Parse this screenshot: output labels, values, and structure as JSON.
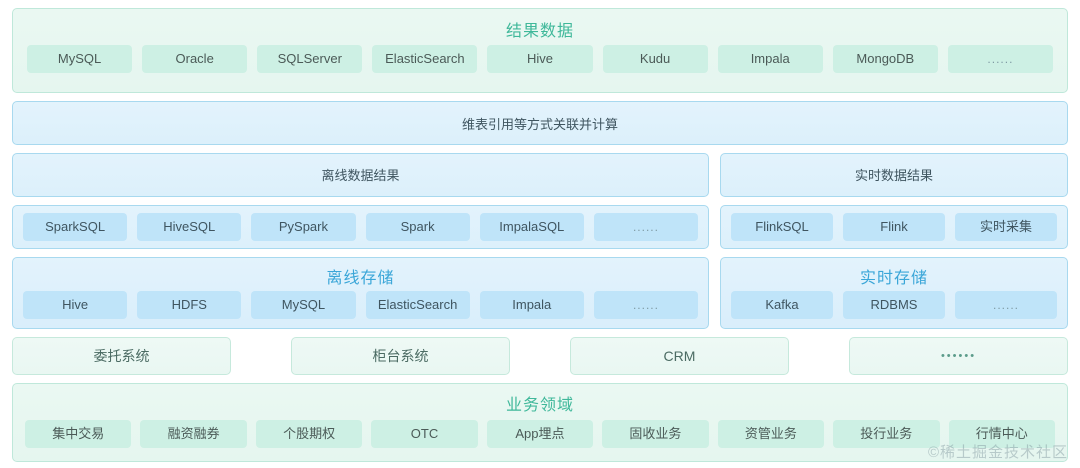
{
  "result_band": {
    "title": "结果数据",
    "items": [
      "MySQL",
      "Oracle",
      "SQLServer",
      "ElasticSearch",
      "Hive",
      "Kudu",
      "Impala",
      "MongoDB",
      "......"
    ]
  },
  "calc_bar": {
    "label": "维表引用等方式关联并计算"
  },
  "data_results": {
    "offline": "离线数据结果",
    "realtime": "实时数据结果"
  },
  "engines": {
    "offline": [
      "SparkSQL",
      "HiveSQL",
      "PySpark",
      "Spark",
      "ImpalaSQL",
      "......"
    ],
    "realtime": [
      "FlinkSQL",
      "Flink",
      "实时采集"
    ]
  },
  "storage": {
    "offline": {
      "title": "离线存储",
      "items": [
        "Hive",
        "HDFS",
        "MySQL",
        "ElasticSearch",
        "Impala",
        "......"
      ]
    },
    "realtime": {
      "title": "实时存储",
      "items": [
        "Kafka",
        "RDBMS",
        "......"
      ]
    }
  },
  "systems": [
    "委托系统",
    "柜台系统",
    "CRM",
    "••••••"
  ],
  "domain_band": {
    "title": "业务领域",
    "items": [
      "集中交易",
      "融资融券",
      "个股期权",
      "OTC",
      "App埋点",
      "固收业务",
      "资管业务",
      "投行业务",
      "行情中心"
    ]
  },
  "watermark": "©稀土掘金技术社区",
  "colors": {
    "green_accent": "#3fb89a",
    "blue_accent": "#3aa6d8",
    "pill_green": "#cdf0e4",
    "pill_blue": "#bfe4f9"
  }
}
